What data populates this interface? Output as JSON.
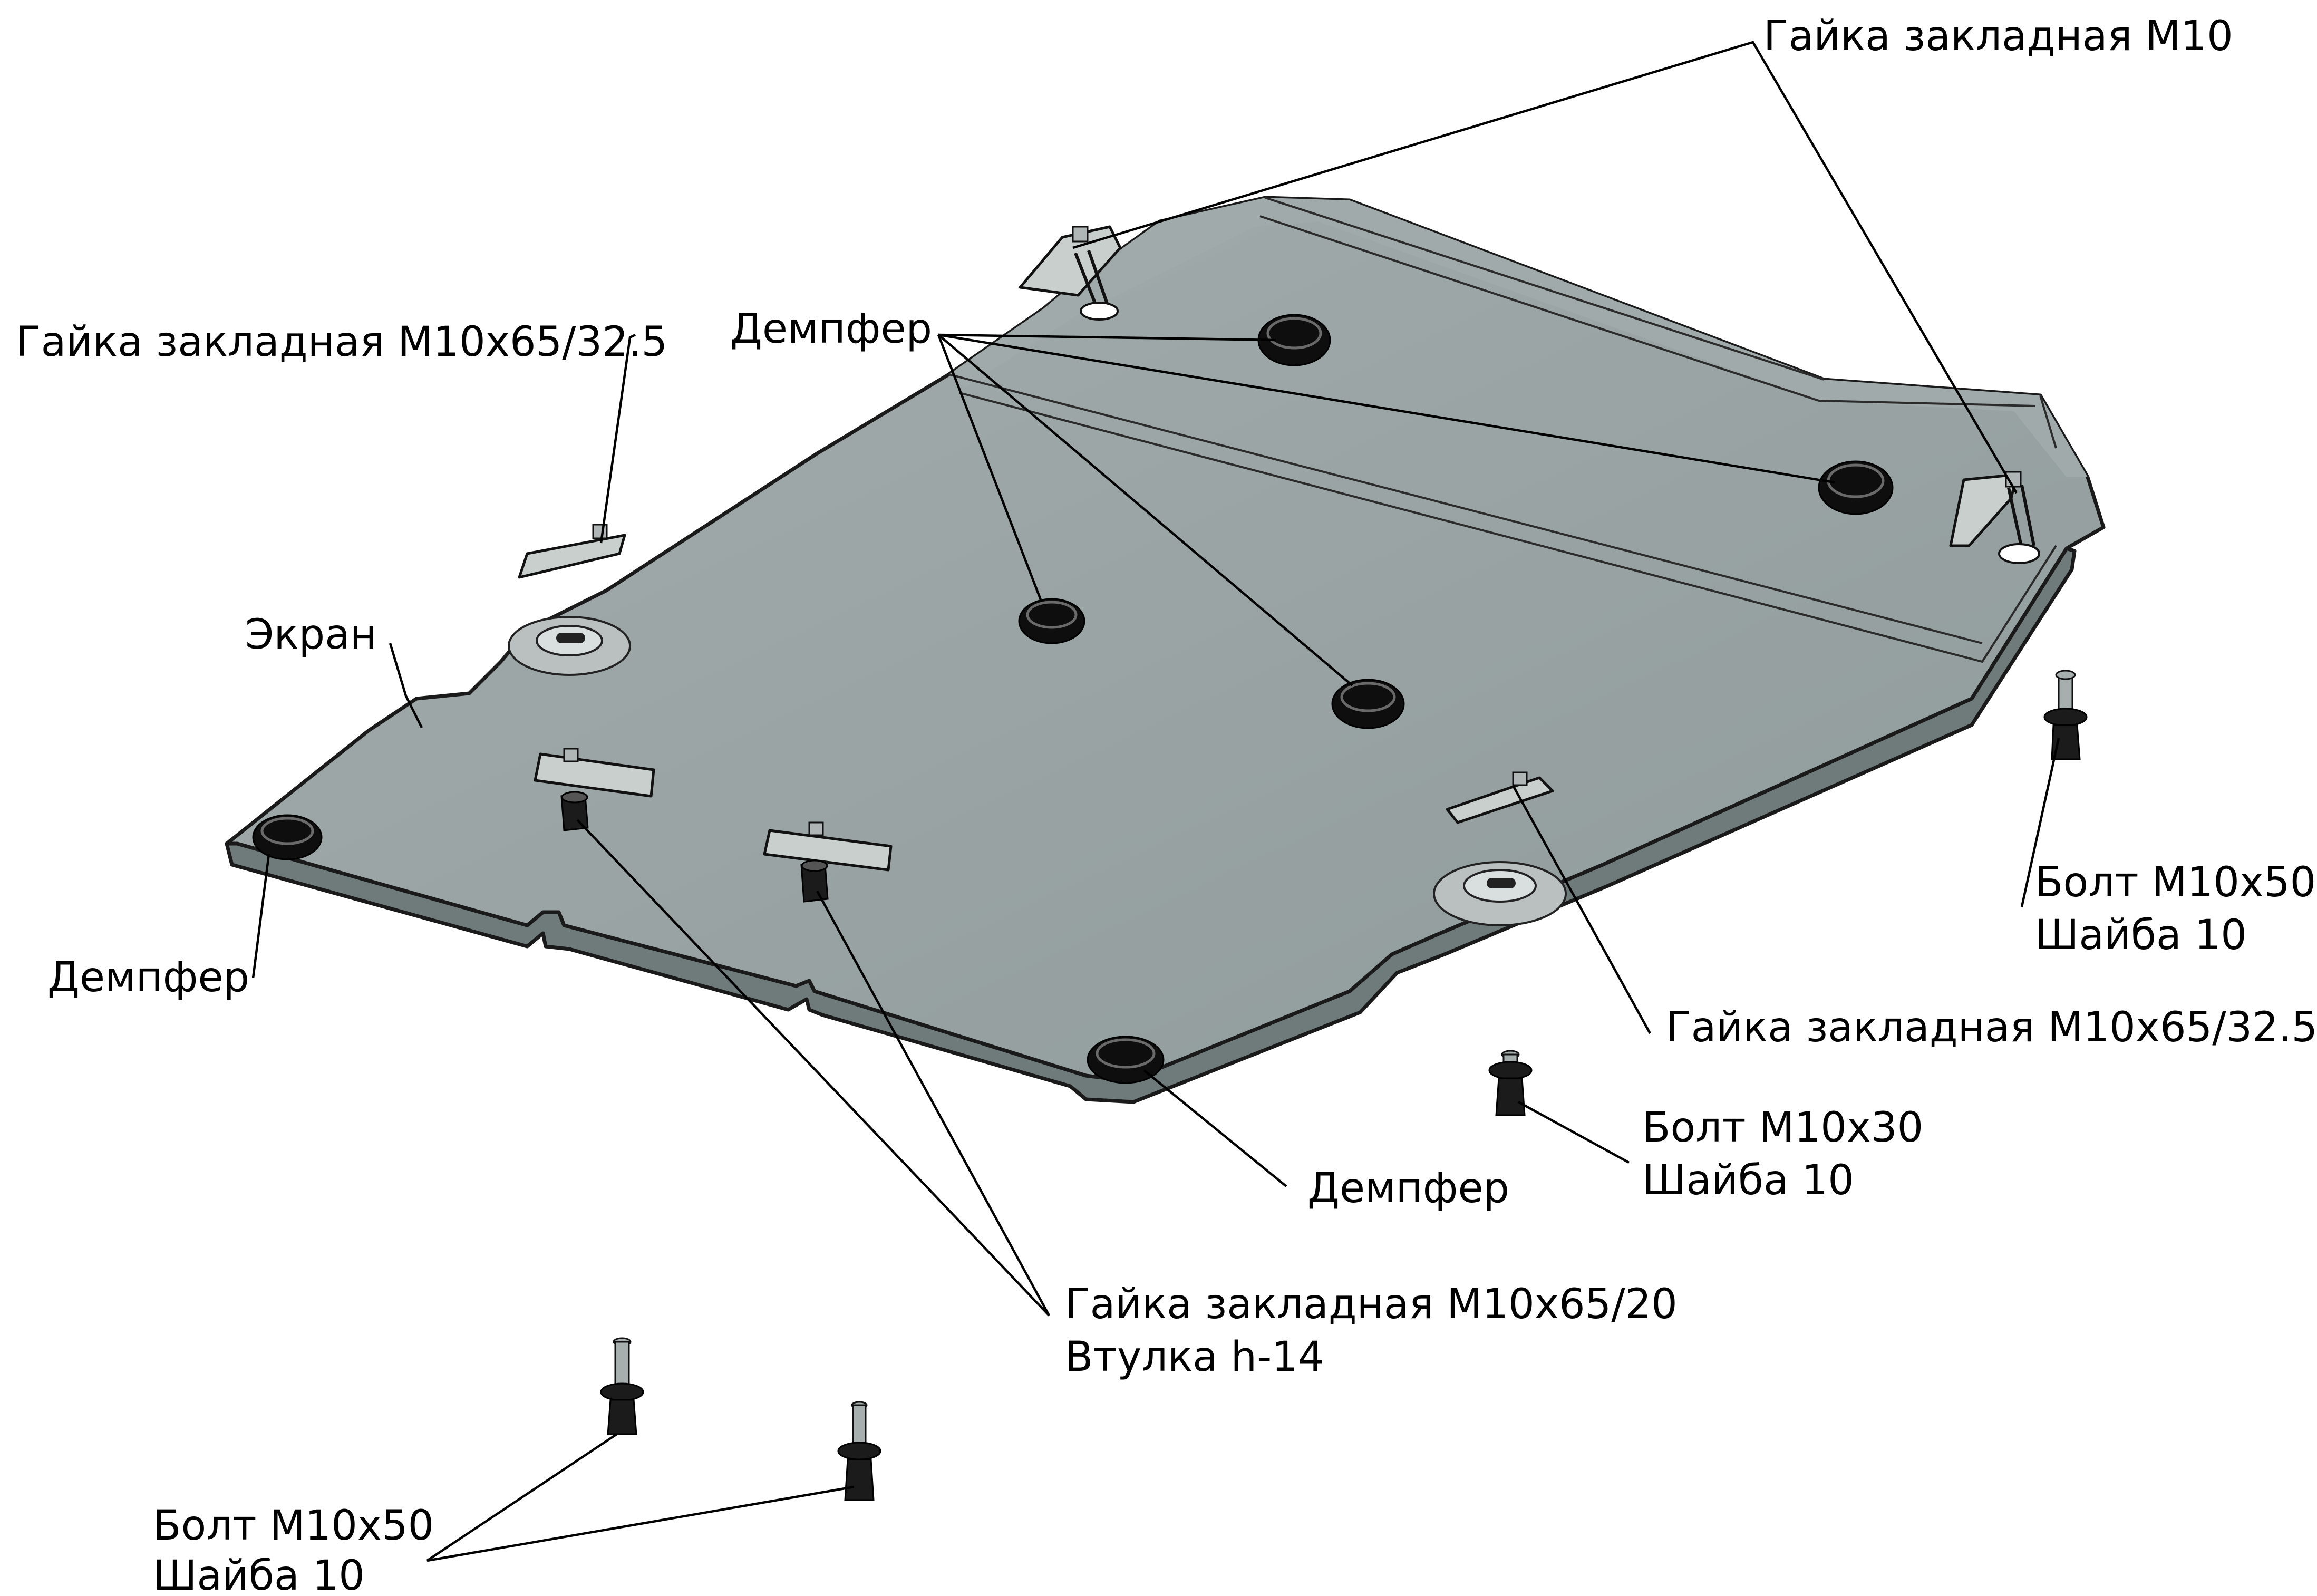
{
  "colors": {
    "plate_fill": "#9aa5a5",
    "plate_shadow": "#7f8a8a",
    "damper": "#0e0e0e",
    "leader": "#000000",
    "background": "#ffffff"
  },
  "labels": {
    "nut_m10": "Гайка закладная М10",
    "nut_m10x65_325_left": "Гайка закладная М10х65/32.5",
    "damper_top": "Демпфер",
    "screen": "Экран",
    "damper_left": "Демпфер",
    "bolt_right_line1": "Болт М10х50",
    "bolt_right_line2": "Шайба 10",
    "nut_m10x65_325_right": "Гайка закладная М10х65/32.5",
    "bolt_m10x30_line1": "Болт М10х30",
    "bolt_m10x30_line2": "Шайба 10",
    "damper_bottom": "Демпфер",
    "nut_m10x65_20_line1": "Гайка закладная М10х65/20",
    "nut_m10x65_20_line2": "Втулка h-14",
    "bolt_bottom_line1": "Болт М10х50",
    "bolt_bottom_line2": "Шайба 10"
  }
}
